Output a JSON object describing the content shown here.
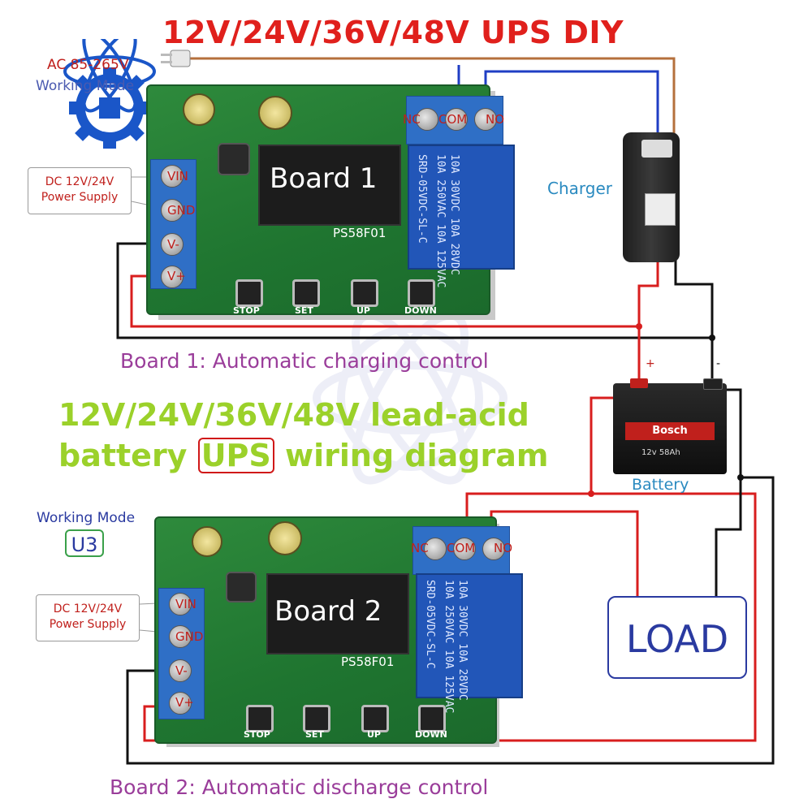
{
  "header": {
    "title": "12V/24V/36V/48V UPS DIY"
  },
  "inputs": {
    "ac_label": "AC 85-265V",
    "working_mode_top": "Working Mode",
    "power_supply_line1": "DC 12V/24V",
    "power_supply_line2": "Power Supply"
  },
  "board1": {
    "name": "Board 1",
    "model": "PS58F01",
    "caption": "Board 1: Automatic charging control",
    "terminals": {
      "vin": "VIN",
      "gnd": "GND",
      "vneg": "V-",
      "vpos": "V+"
    },
    "relay_terminals": {
      "nc": "NC",
      "com": "COM",
      "no": "NO"
    },
    "relay_text": [
      "SRD-05VDC-SL-C",
      "10A 250VAC  10A 125VAC",
      "10A 30VDC  10A 28VDC"
    ],
    "buttons": [
      "STOP",
      "SET",
      "UP",
      "DOWN"
    ]
  },
  "board2": {
    "name": "Board 2",
    "model": "PS58F01",
    "caption": "Board 2: Automatic discharge control",
    "terminals": {
      "vin": "VIN",
      "gnd": "GND",
      "vneg": "V-",
      "vpos": "V+"
    },
    "relay_terminals": {
      "nc": "NC",
      "com": "COM",
      "no": "NO"
    },
    "relay_text": [
      "SRD-05VDC-SL-C",
      "10A 250VAC  10A 125VAC",
      "10A 30VDC  10A 28VDC"
    ],
    "buttons": [
      "STOP",
      "SET",
      "UP",
      "DOWN"
    ]
  },
  "diagram_title": {
    "line1": "12V/24V/36V/48V lead-acid",
    "line2_pre": "battery",
    "line2_highlight": "UPS",
    "line2_post": "wiring diagram"
  },
  "working_mode": {
    "label": "Working Mode",
    "value": "U3"
  },
  "charger": {
    "label": "Charger"
  },
  "battery": {
    "label": "Battery",
    "plus": "+",
    "minus": "-",
    "brand": "Bosch",
    "rating": "12v 58Ah"
  },
  "load": {
    "label": "LOAD"
  },
  "colors": {
    "title_red": "#e0201c",
    "headline_green": "#9bd12a",
    "caption_purple": "#9a3d9a",
    "wire_red": "#d81e1e",
    "wire_black": "#111111",
    "wire_blue": "#1f3ec4",
    "wire_brown": "#b5703c",
    "relay_blue": "#2256b8",
    "pcb_green": "#1f7530"
  },
  "icons": {
    "logo": "gear-atom-logo-icon",
    "plug": "ac-plug-icon"
  }
}
